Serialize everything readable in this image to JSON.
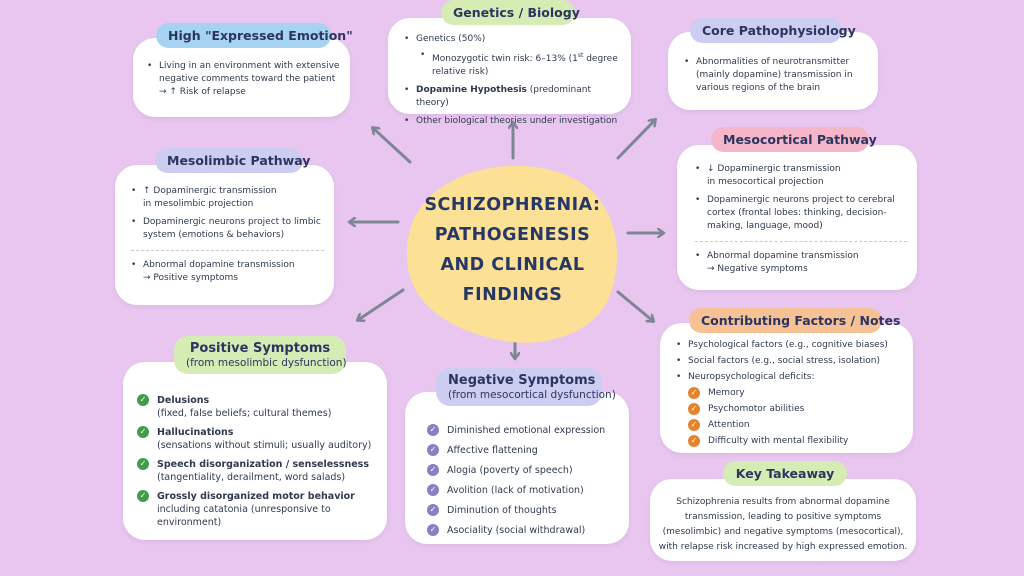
{
  "title_lines": [
    "SCHIZOPHRENIA:",
    "PATHOGENESIS",
    "AND CLINICAL",
    "FINDINGS"
  ],
  "colors": {
    "background": "#e8c6ef",
    "center_blob": "#fbe096",
    "pill_blue": "#a6d3f2",
    "pill_green": "#d6ecb5",
    "pill_purple": "#cdcdf1",
    "pill_pink": "#f4b6c8",
    "pill_orange": "#f6c295",
    "check_green": "#3f9e4e",
    "check_purple": "#8b7fc4",
    "check_orange": "#e8822f",
    "arrow": "#7c8694"
  },
  "expressed_emotion": {
    "title": "High \"Expressed Emotion\"",
    "line1": "Living in an environment with extensive",
    "line2": "negative comments toward the patient",
    "line3": "→ ↑ Risk of relapse"
  },
  "genetics": {
    "title": "Genetics / Biology",
    "item1": "Genetics (50%)",
    "item1_sub_a": "Monozygotic twin risk: 6–13% (1",
    "item1_sub_sup": "st",
    "item1_sub_b": " degree",
    "item1_sub_c": "relative risk)",
    "item2_bold": "Dopamine Hypothesis",
    "item2_rest": " (predominant theory)",
    "item3": "Other biological theories under investigation"
  },
  "core": {
    "title": "Core Pathophysiology",
    "line1": "Abnormalities of neurotransmitter",
    "line2": "(mainly dopamine) transmission in",
    "line3": "various regions of the brain"
  },
  "mesolimbic": {
    "title": "Mesolimbic Pathway",
    "item1a": "↑ Dopaminergic transmission",
    "item1b": "in mesolimbic projection",
    "item2a": "Dopaminergic neurons project to limbic",
    "item2b": "system (emotions & behaviors)",
    "item3a": "Abnormal dopamine transmission",
    "item3b": "→ Positive symptoms"
  },
  "mesocortical": {
    "title": "Mesocortical Pathway",
    "item1a": "↓ Dopaminergic transmission",
    "item1b": "in mesocortical projection",
    "item2a": "Dopaminergic neurons project to cerebral",
    "item2b": "cortex (frontal lobes: thinking, decision-",
    "item2c": "making, language, mood)",
    "item3a": "Abnormal dopamine transmission",
    "item3b": "→ Negative symptoms"
  },
  "positive": {
    "title": "Positive Symptoms",
    "subtitle": "(from mesolimbic dysfunction)",
    "items": [
      {
        "label": "Delusions",
        "detail": "(fixed, false beliefs; cultural themes)"
      },
      {
        "label": "Hallucinations",
        "detail": "(sensations without stimuli; usually auditory)"
      },
      {
        "label": "Speech disorganization / senselessness",
        "detail": "(tangentiality, derailment, word salads)"
      },
      {
        "label": "Grossly disorganized motor behavior",
        "detail": "including catatonia (unresponsive to environment)"
      }
    ]
  },
  "negative": {
    "title": "Negative Symptoms",
    "subtitle": "(from mesocortical dysfunction)",
    "items": [
      "Diminished emotional expression",
      "Affective flattening",
      "Alogia (poverty of speech)",
      "Avolition (lack of motivation)",
      "Diminution of thoughts",
      "Asociality (social withdrawal)"
    ]
  },
  "contributing": {
    "title": "Contributing Factors / Notes",
    "item1": "Psychological factors (e.g., cognitive biases)",
    "item2": "Social factors (e.g., social stress, isolation)",
    "item3": "Neuropsychological deficits:",
    "deficits": [
      "Memory",
      "Psychomotor abilities",
      "Attention",
      "Difficulty with mental flexibility"
    ]
  },
  "takeaway": {
    "title": "Key Takeaway",
    "line1": "Schizophrenia results from abnormal dopamine",
    "line2": "transmission, leading to positive symptoms",
    "line3": "(mesolimbic) and negative symptoms (mesocortical),",
    "line4": "with relapse risk increased by high expressed emotion."
  },
  "icons": {
    "check": "check-icon",
    "arrow": "arrow-icon"
  }
}
